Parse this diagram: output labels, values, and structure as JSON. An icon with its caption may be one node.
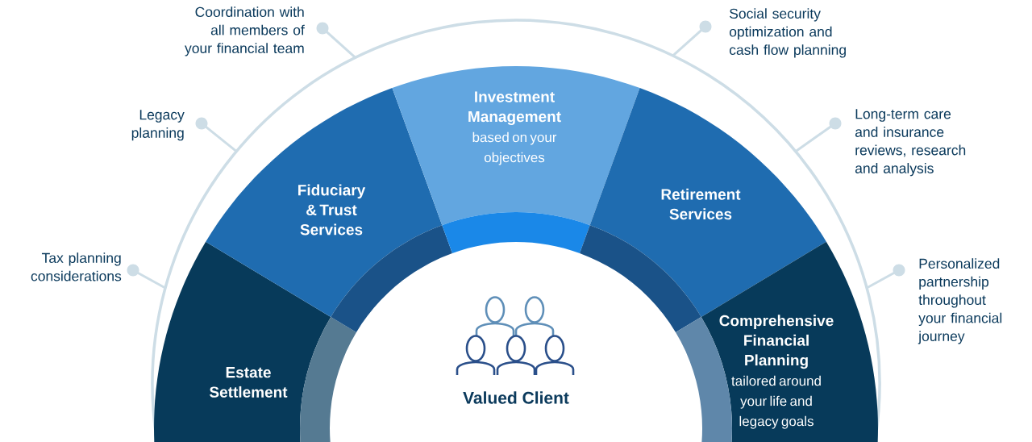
{
  "diagram": {
    "nodes": [
      {
        "text": [
          "Estate Settlement"
        ]
      },
      {
        "text": [
          "Fiduciary & Trust Services"
        ]
      },
      {
        "text": [
          "Investment Management",
          "based on your objectives"
        ]
      },
      {
        "text": [
          "Retirement Services"
        ]
      },
      {
        "text": [
          "Comprehensive Financial Planning",
          "tailored around your life and legacy goals"
        ]
      },
      {
        "text": [
          "Valued Client"
        ]
      },
      {
        "text": [
          "Tax planning considerations"
        ]
      },
      {
        "text": [
          "Legacy planning"
        ]
      },
      {
        "text": [
          "Coordination with all members of your financial team"
        ]
      },
      {
        "text": [
          "Social security optimization and cash flow planning"
        ]
      },
      {
        "text": [
          "Long-term care and insurance reviews, research and analysis"
        ]
      },
      {
        "text": [
          "Personalized partnership throughout your financial journey"
        ]
      }
    ],
    "edges": [
      {
        "from": 6,
        "to": null,
        "arrow": "other"
      },
      {
        "from": 7,
        "to": null,
        "arrow": "other"
      },
      {
        "from": 8,
        "to": null,
        "arrow": "other"
      },
      {
        "from": 9,
        "to": null,
        "arrow": "other"
      },
      {
        "from": 10,
        "to": null,
        "arrow": "other"
      },
      {
        "from": 11,
        "to": null,
        "arrow": "other"
      }
    ]
  }
}
